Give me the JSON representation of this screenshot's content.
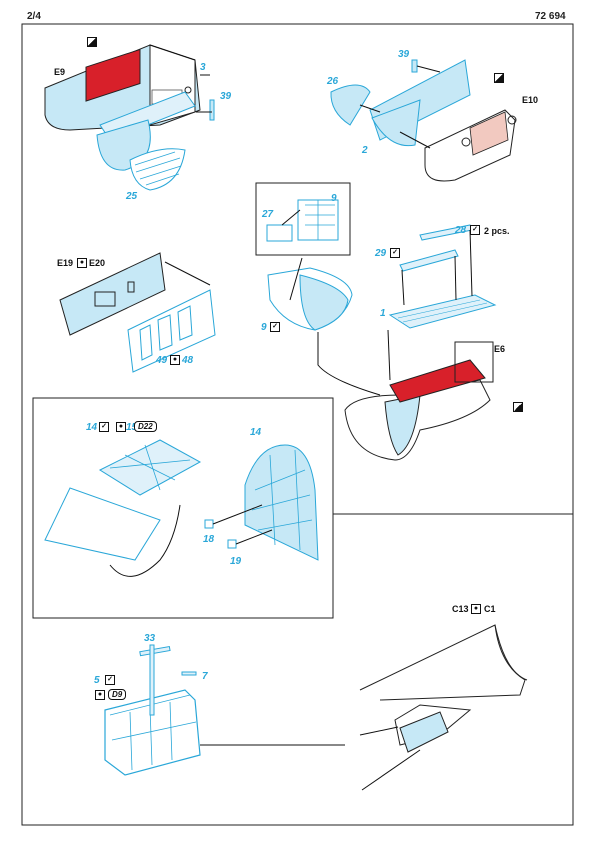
{
  "header": {
    "page": "2/4",
    "code": "72 694"
  },
  "labels": {
    "e9": "E9",
    "p3": "3",
    "p39a": "39",
    "p25": "25",
    "p39b": "39",
    "p26": "26",
    "p2": "2",
    "e10": "E10",
    "p27": "27",
    "p9a": "9",
    "p9b": "9",
    "p28": "28",
    "pcs": "2 pcs.",
    "p29": "29",
    "p1": "1",
    "e6": "E6",
    "e19": "E19",
    "e20": "E20",
    "p49": "49",
    "p48": "48",
    "p14a": "14",
    "p15": "15",
    "d22": "D22",
    "p14b": "14",
    "p18": "18",
    "p19": "19",
    "p33": "33",
    "p5": "5",
    "p7": "7",
    "d9": "D9",
    "c13": "C13",
    "c1": "C1"
  },
  "colors": {
    "pe_blue": "#2aa7d8",
    "fill_blue": "#c6e8f6",
    "red": "#d8202a",
    "pink": "#f2c9c0"
  }
}
